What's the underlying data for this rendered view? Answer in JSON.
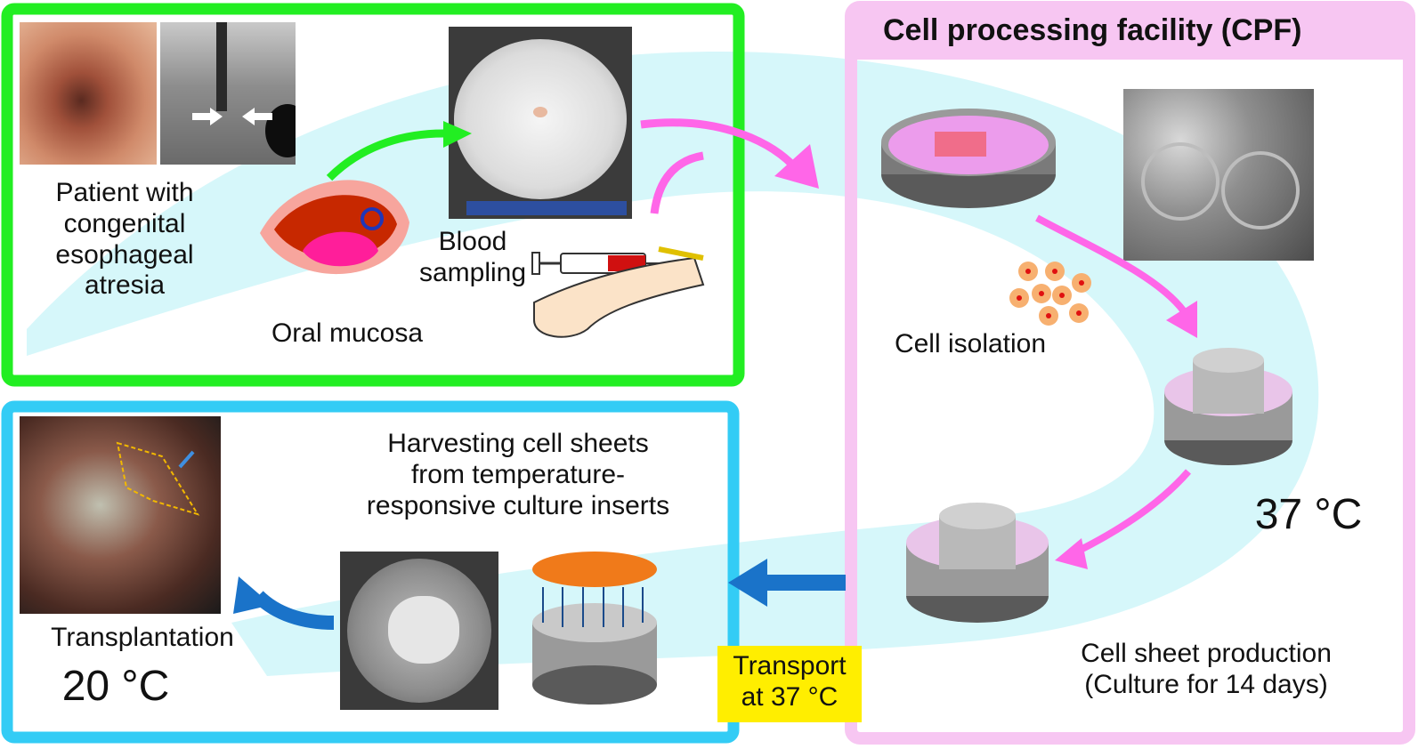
{
  "panel_cpf": {
    "title": "Cell processing facility (CPF)"
  },
  "patient": {
    "lines": [
      "Patient with",
      "congenital",
      "esophageal",
      "atresia"
    ]
  },
  "oral_mucosa": {
    "label": "Oral mucosa"
  },
  "blood": {
    "lines": [
      "Blood",
      "sampling"
    ]
  },
  "cell_isolation": {
    "label": "Cell isolation"
  },
  "temp_cpf": {
    "label": "37 °C"
  },
  "sheet_production": {
    "lines": [
      "Cell sheet production",
      "(Culture for 14 days)"
    ]
  },
  "transport": {
    "lines": [
      "Transport",
      "at 37 °C"
    ]
  },
  "harvest": {
    "lines": [
      "Harvesting cell sheets",
      "from temperature-",
      "responsive culture inserts"
    ]
  },
  "transplant": {
    "label": "Transplantation",
    "temp": "20 °C"
  },
  "colors": {
    "green_border": "#22ee22",
    "cpf_border": "#f7c6f2",
    "blue_border": "#33ccf5",
    "background_swirl": "#d6f7fa",
    "pink_arrow": "#ff66e8",
    "green_arrow": "#22ee22",
    "blue_arrow": "#1a73c9",
    "transport_bg": "#ffee00"
  }
}
